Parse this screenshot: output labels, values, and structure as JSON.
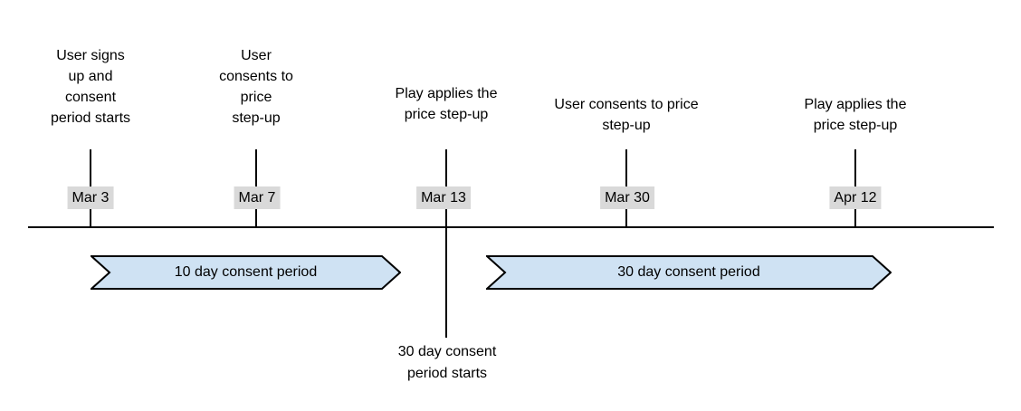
{
  "diagram": {
    "type": "timeline",
    "events": [
      {
        "label": "User signs\nup and\nconsent\nperiod starts",
        "date": "Mar 3"
      },
      {
        "label": "User\nconsents to\nprice\nstep-up",
        "date": "Mar 7"
      },
      {
        "label": "Play applies the\nprice step-up",
        "date": "Mar 13"
      },
      {
        "label": "User consents to price\nstep-up",
        "date": "Mar 30"
      },
      {
        "label": "Play applies the\nprice step-up",
        "date": "Apr 12"
      }
    ],
    "periods": [
      {
        "label": "10 day consent period"
      },
      {
        "label": "30 day consent period"
      }
    ],
    "footnote": "30 day consent\nperiod starts",
    "colors": {
      "background": "#ffffff",
      "text": "#000000",
      "line": "#000000",
      "date_bg": "#d9d9d9",
      "period_fill": "#cfe2f3",
      "period_stroke": "#000000"
    }
  }
}
